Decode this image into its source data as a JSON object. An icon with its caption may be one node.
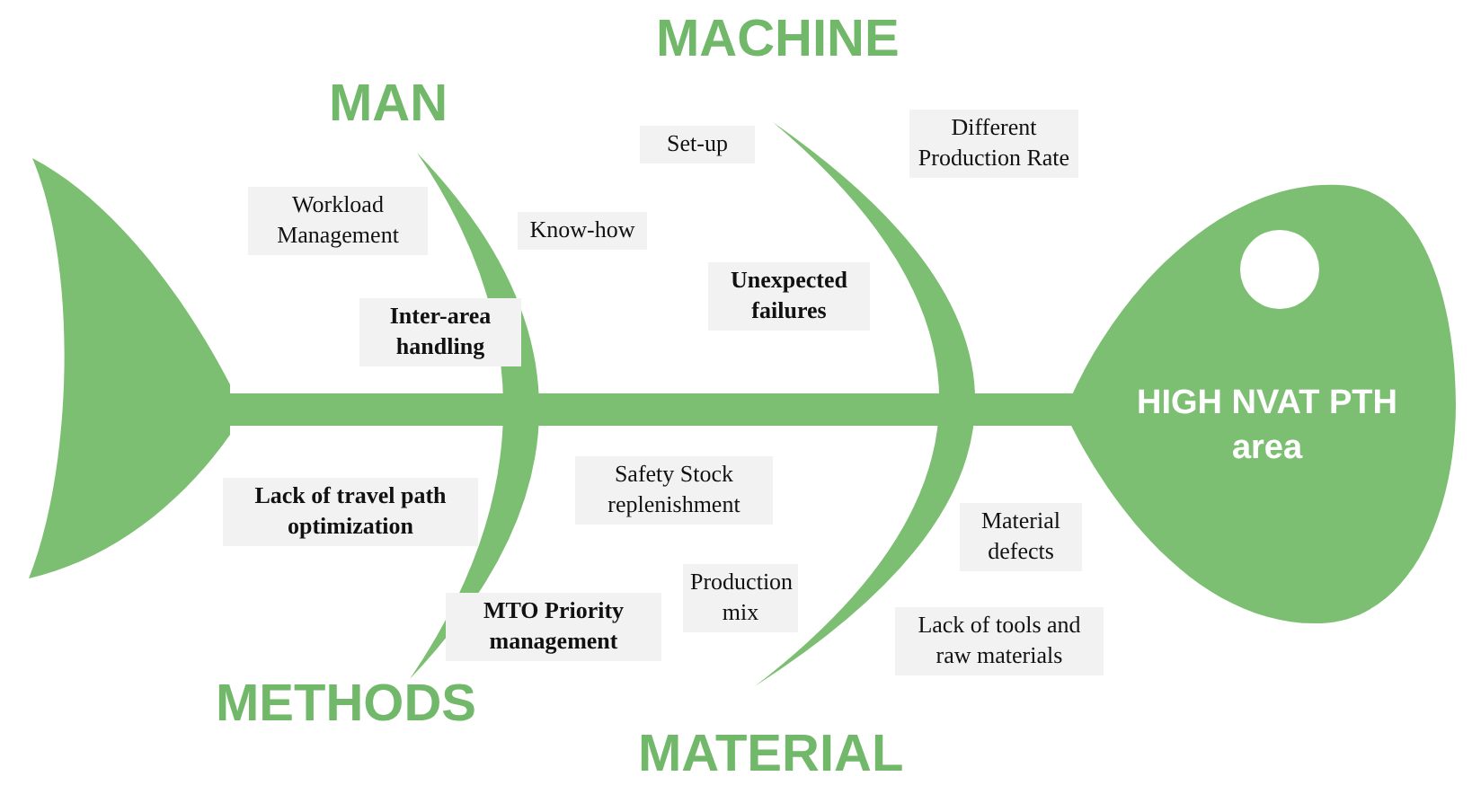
{
  "diagram": {
    "nodes": [
      {
        "text": [
          "HIGH NVAT PTH area"
        ]
      }
    ],
    "labels": [
      "MACHINE",
      "MAN",
      "Set-up",
      "Different Production Rate",
      "Workload Management",
      "Know-how",
      "Unexpected failures",
      "Inter-area handling",
      "Safety Stock replenishment",
      "Lack of travel path optimization",
      "Material defects",
      "Production mix",
      "MTO Priority management",
      "Lack of tools and raw materials",
      "METHODS",
      "MATERIAL"
    ]
  }
}
